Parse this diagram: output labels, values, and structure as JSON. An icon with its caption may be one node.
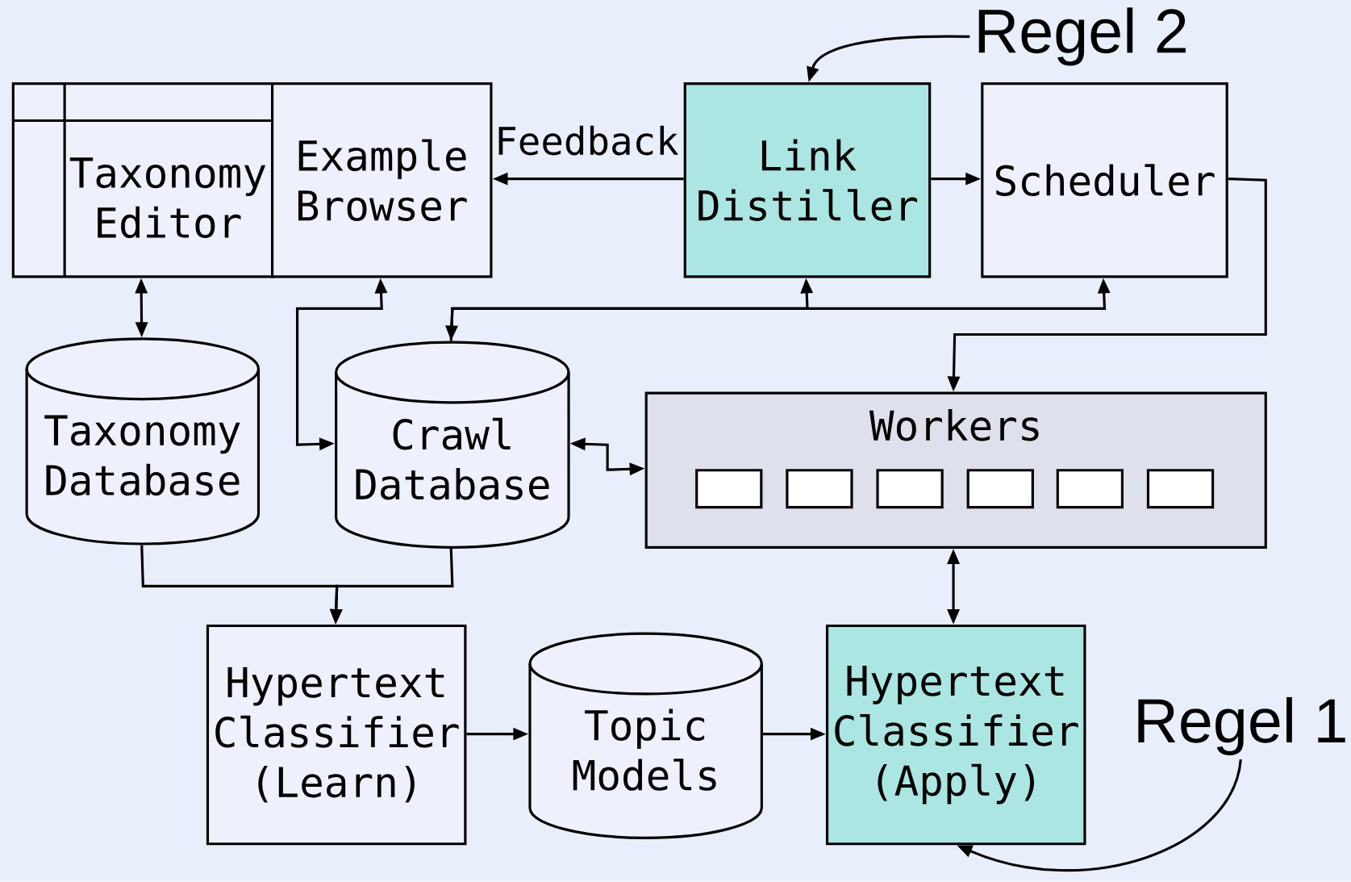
{
  "diagram": {
    "nodes": [
      {
        "text": [
          "Taxonomy Editor"
        ]
      },
      {
        "text": [
          "Example Browser"
        ]
      },
      {
        "text": [
          "Link Distiller"
        ]
      },
      {
        "text": [
          "Scheduler"
        ]
      },
      {
        "text": [
          "Taxonomy Database"
        ]
      },
      {
        "text": [
          "Crawl Database"
        ]
      },
      {
        "text": [
          "Workers"
        ]
      },
      {
        "text": [],
        "shape": "box",
        "in": 6
      },
      {
        "text": [],
        "shape": "box",
        "in": 6
      },
      {
        "text": [],
        "shape": "box",
        "in": 6
      },
      {
        "text": [],
        "shape": "box",
        "in": 6
      },
      {
        "text": [],
        "shape": "box",
        "in": 6
      },
      {
        "text": [],
        "shape": "box",
        "in": 6
      },
      {
        "text": [
          "Hypertext Classifier (Learn)"
        ]
      },
      {
        "text": [
          "Topic Models"
        ]
      },
      {
        "text": [
          "Hypertext Classifier (Apply)"
        ]
      },
      {
        "text": [
          "Regel 2"
        ]
      },
      {
        "text": [
          "Regel 1"
        ]
      }
    ],
    "edges": [
      {
        "from": 2,
        "to": 1,
        "arrow": "to",
        "label": "Feedback"
      },
      {
        "from": 2,
        "to": 3,
        "arrow": "to"
      },
      {
        "from": 3,
        "to": 6,
        "arrow": "to"
      },
      {
        "from": 0,
        "to": 4,
        "arrow": "both"
      },
      {
        "from": 5,
        "to": 1,
        "arrow": "both"
      },
      {
        "from": 5,
        "to": 2,
        "arrow": "both"
      },
      {
        "from": 5,
        "to": 3,
        "arrow": "to"
      },
      {
        "from": 5,
        "to": 6,
        "arrow": "both"
      },
      {
        "from": 4,
        "to": 13,
        "arrow": "to"
      },
      {
        "from": 5,
        "to": 13,
        "arrow": "to"
      },
      {
        "from": 13,
        "to": 14,
        "arrow": "to"
      },
      {
        "from": 14,
        "to": 15,
        "arrow": "to"
      },
      {
        "from": 6,
        "to": 15,
        "arrow": "both"
      },
      {
        "from": 16,
        "to": 2,
        "arrow": "to"
      },
      {
        "from": 17,
        "to": 15,
        "arrow": "to"
      }
    ]
  }
}
